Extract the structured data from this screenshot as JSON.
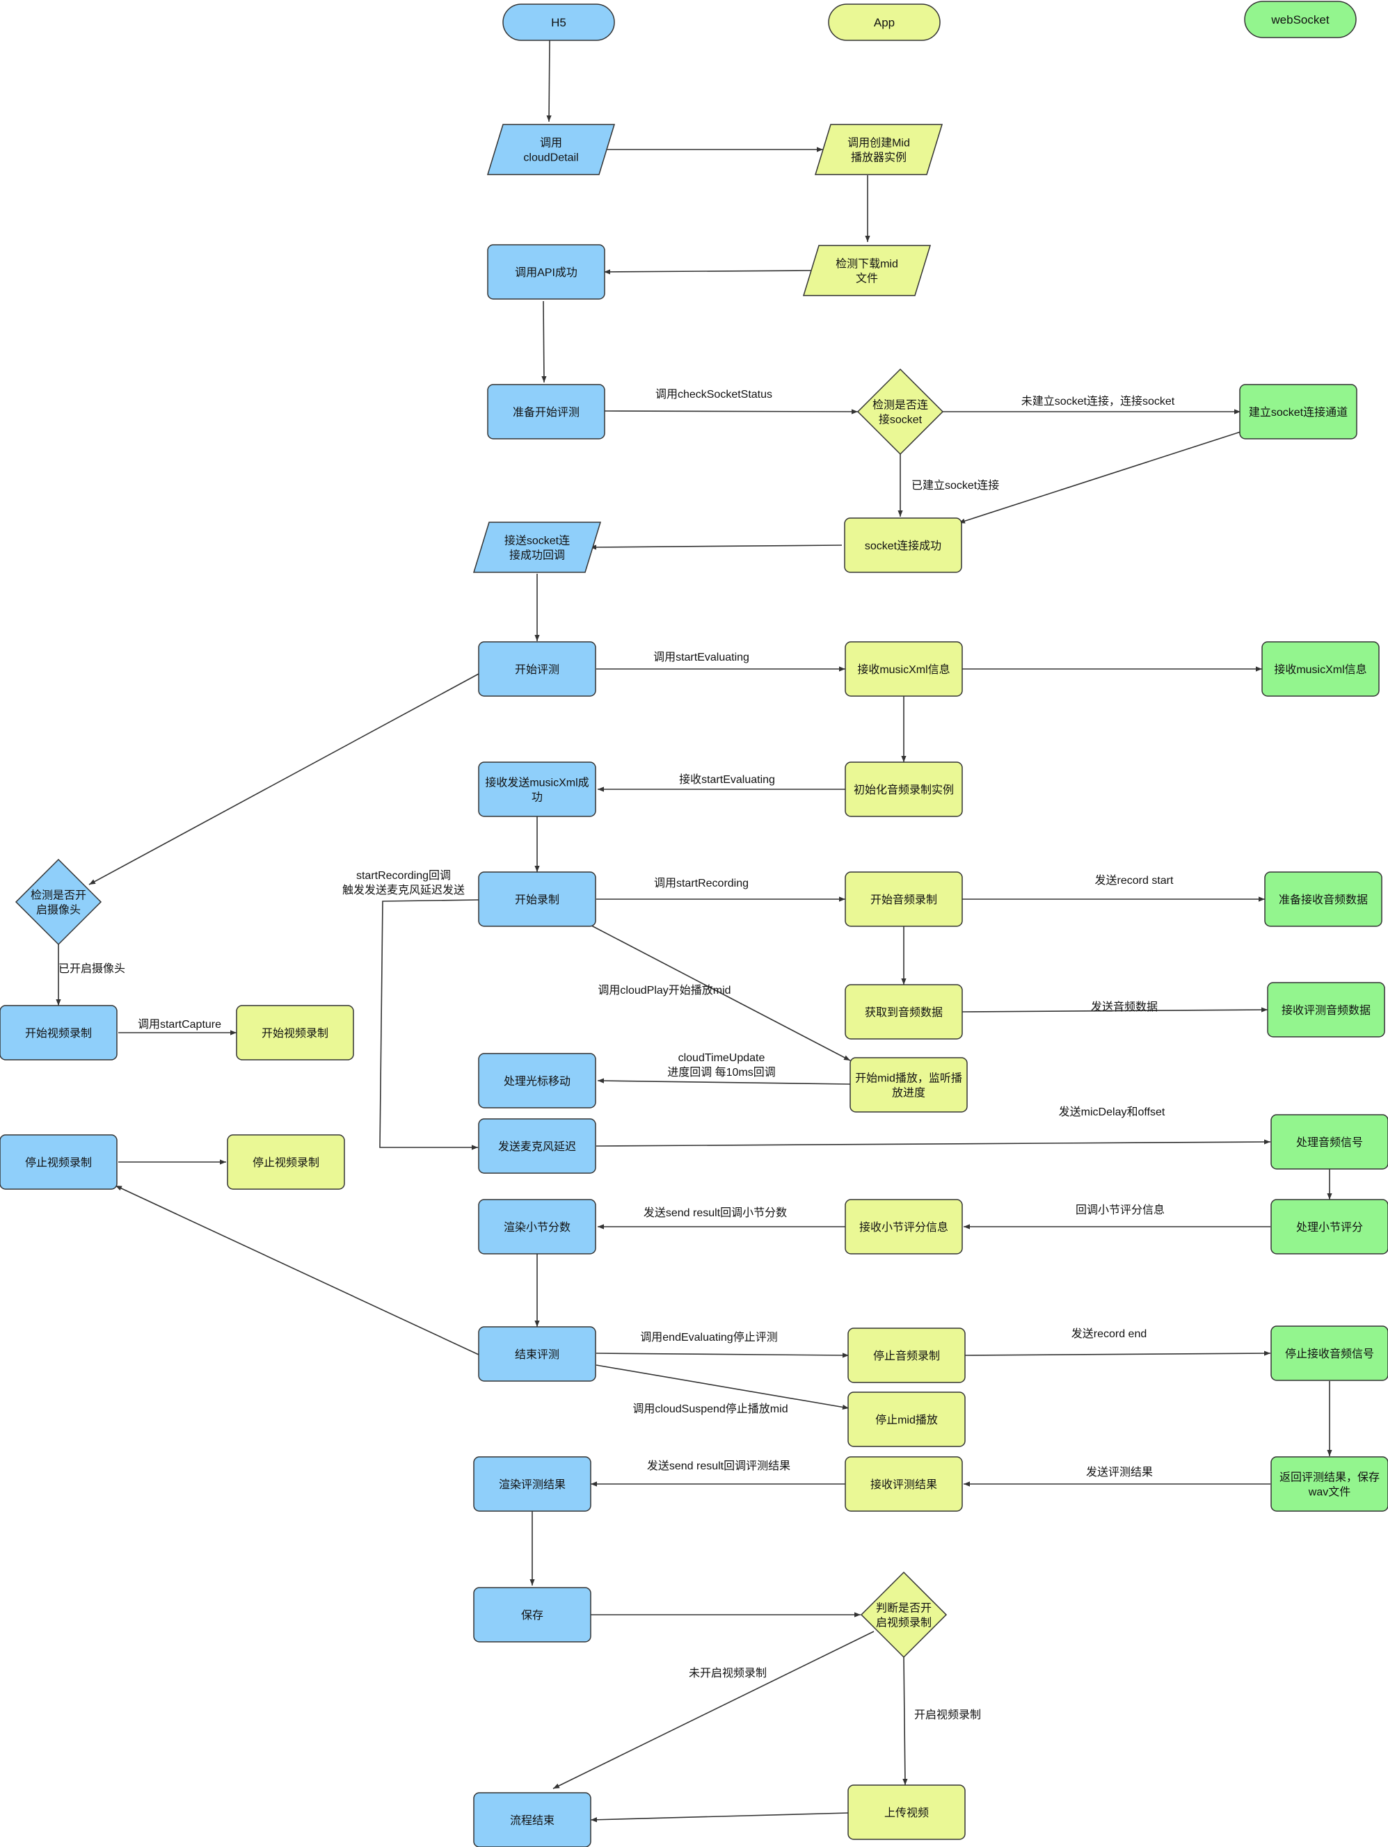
{
  "lanes": {
    "h5": "H5",
    "app": "App",
    "websocket": "webSocket"
  },
  "colors": {
    "h5_fill": "#8FCFFA",
    "app_fill": "#EAF895",
    "ws_fill": "#93F58E",
    "stroke": "#333333",
    "line": "#333333",
    "text": "#111111"
  },
  "nodes": {
    "call_cloud_detail": [
      "调用",
      "cloudDetail"
    ],
    "create_mid_player": [
      "调用创建Mid",
      "播放器实例"
    ],
    "check_download_mid": [
      "检测下载mid",
      "文件"
    ],
    "call_api_success": [
      "调用API成功"
    ],
    "prepare_evaluation": [
      "准备开始评测"
    ],
    "check_socket_connected": [
      "检测是否连",
      "接socket"
    ],
    "build_socket_channel": [
      "建立socket连接通道"
    ],
    "socket_connected": [
      "socket连接成功"
    ],
    "receive_socket_callback": [
      "接送socket连",
      "接成功回调"
    ],
    "start_evaluation": [
      "开始评测"
    ],
    "app_receive_musicxml": [
      "接收musicXml信息"
    ],
    "ws_receive_musicxml": [
      "接收musicXml信息"
    ],
    "init_audio_recorder": [
      "初始化音频录制实例"
    ],
    "receive_musicxml_success": [
      "接收发送musicXml成",
      "功"
    ],
    "check_camera": [
      "检测是否开",
      "启摄像头"
    ],
    "start_recording": [
      "开始录制"
    ],
    "start_audio_recording": [
      "开始音频录制"
    ],
    "prepare_receive_audio": [
      "准备接收音频数据"
    ],
    "get_audio_data": [
      "获取到音频数据"
    ],
    "receive_eval_audio": [
      "接收评测音频数据"
    ],
    "h5_start_video": [
      "开始视频录制"
    ],
    "app_start_video": [
      "开始视频录制"
    ],
    "handle_cursor": [
      "处理光标移动"
    ],
    "start_mid_play": [
      "开始mid播放，监听播",
      "放进度"
    ],
    "send_mic_delay": [
      "发送麦克风延迟"
    ],
    "process_audio_signal": [
      "处理音频信号"
    ],
    "h5_stop_video": [
      "停止视频录制"
    ],
    "app_stop_video": [
      "停止视频录制"
    ],
    "render_section_score": [
      "渲染小节分数"
    ],
    "receive_section_score": [
      "接收小节评分信息"
    ],
    "process_section_score": [
      "处理小节评分"
    ],
    "end_evaluation": [
      "结束评测"
    ],
    "stop_audio_recording": [
      "停止音频录制"
    ],
    "stop_receive_audio": [
      "停止接收音频信号"
    ],
    "stop_mid_play": [
      "停止mid播放"
    ],
    "render_eval_result": [
      "渲染评测结果"
    ],
    "receive_eval_result": [
      "接收评测结果"
    ],
    "return_eval_result": [
      "返回评测结果，保存",
      "wav文件"
    ],
    "save": [
      "保存"
    ],
    "check_video_recording": [
      "判断是否开",
      "启视频录制"
    ],
    "upload_video": [
      "上传视频"
    ],
    "flow_end": [
      "流程结束"
    ]
  },
  "edge_labels": {
    "call_check_socket_status": [
      "调用checkSocketStatus"
    ],
    "socket_not_built": [
      "未建立socket连接，连接socket"
    ],
    "socket_already_built": [
      "已建立socket连接"
    ],
    "call_start_evaluating": [
      "调用startEvaluating"
    ],
    "receive_start_evaluating": [
      "接收startEvaluating"
    ],
    "start_recording_callback": [
      "startRecording回调",
      "触发发送麦克风延迟发送"
    ],
    "call_start_recording": [
      "调用startRecording"
    ],
    "send_record_start": [
      "发送record start"
    ],
    "call_cloud_play": [
      "调用cloudPlay开始播放mid"
    ],
    "send_audio_data": [
      "发送音频数据"
    ],
    "camera_opened": [
      "已开启摄像头"
    ],
    "call_start_capture": [
      "调用startCapture"
    ],
    "cloud_time_update": [
      "cloudTimeUpdate",
      "进度回调 每10ms回调"
    ],
    "send_mic_delay_offset": [
      "发送micDelay和offset"
    ],
    "send_result_section": [
      "发送send result回调小节分数"
    ],
    "callback_section_score": [
      "回调小节评分信息"
    ],
    "call_end_evaluating": [
      "调用endEvaluating停止评测"
    ],
    "send_record_end": [
      "发送record end"
    ],
    "call_cloud_suspend": [
      "调用cloudSuspend停止播放mid"
    ],
    "send_result_eval": [
      "发送send result回调评测结果"
    ],
    "send_eval_result": [
      "发送评测结果"
    ],
    "video_not_recording": [
      "未开启视频录制"
    ],
    "video_recording": [
      "开启视频录制"
    ]
  }
}
